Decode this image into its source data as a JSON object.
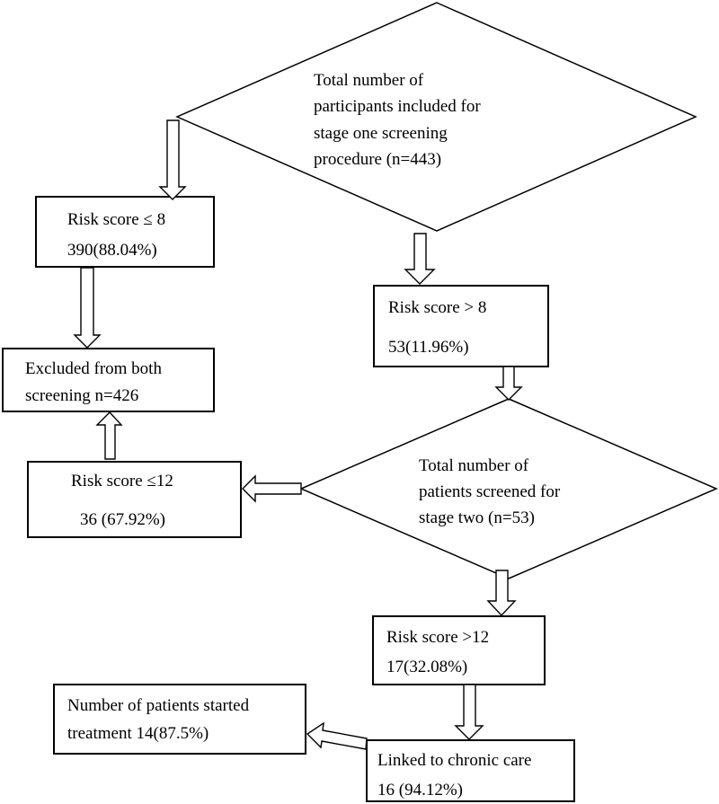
{
  "stage_one": {
    "lines": [
      "Total number of",
      "participants included for",
      "stage one screening",
      "procedure (n=443)"
    ]
  },
  "low_risk_one": {
    "label": "Risk score ≤ 8",
    "value": "390(88.04%)"
  },
  "high_risk_one": {
    "label": "Risk score > 8",
    "value": "53(11.96%)"
  },
  "excluded": {
    "lines": [
      "Excluded from both",
      "screening n=426"
    ]
  },
  "stage_two": {
    "lines": [
      "Total number of",
      "patients screened for",
      "stage two (n=53)"
    ]
  },
  "low_risk_two": {
    "label": "Risk score ≤12",
    "value": "36 (67.92%)"
  },
  "high_risk_two": {
    "label": "Risk score >12",
    "value": "17(32.08%)"
  },
  "chronic_care": {
    "label": "Linked to chronic care",
    "value": "16 (94.12%)"
  },
  "treatment": {
    "lines": [
      "Number of patients started",
      "treatment 14(87.5%)"
    ]
  }
}
